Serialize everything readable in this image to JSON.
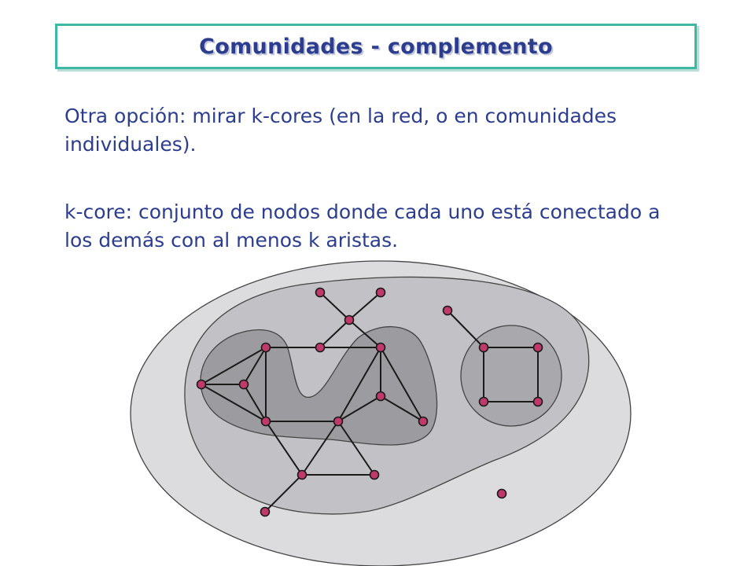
{
  "slide": {
    "title": "Comunidades - complemento",
    "paragraph1": "Otra opción: mirar k-cores (en la red, o en comunidades individuales).",
    "paragraph2": "k-core: conjunto de nodos donde cada uno está conectado a los demás con al menos k aristas."
  },
  "colors": {
    "text": "#2c3d8f",
    "title_border": "#3cb8a4",
    "node_fill": "#c0396b",
    "edge": "#1a1a1a",
    "region_outer": "#d9d9dc",
    "region_middle": "#bdbdc1",
    "region_inner": "#9a9a9e"
  }
}
